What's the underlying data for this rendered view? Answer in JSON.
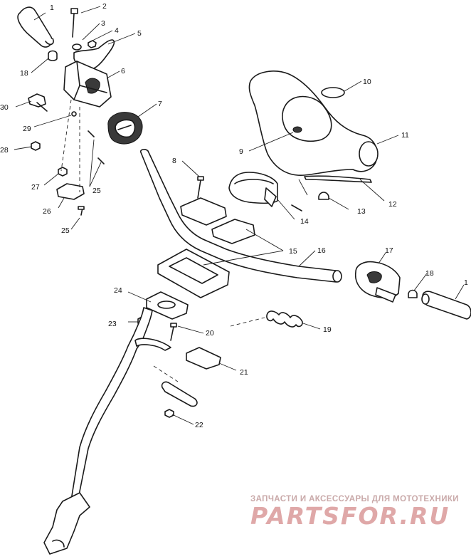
{
  "callouts": {
    "c1_top": "1",
    "c2": "2",
    "c3": "3",
    "c4": "4",
    "c5": "5",
    "c6": "6",
    "c7": "7",
    "c8": "8",
    "c9": "9",
    "c10": "10",
    "c11": "11",
    "c12": "12",
    "c13": "13",
    "c14": "14",
    "c15": "15",
    "c16": "16",
    "c17": "17",
    "c18_left": "18",
    "c18_right": "18",
    "c1_right": "1",
    "c19": "19",
    "c20": "20",
    "c21": "21",
    "c22": "22",
    "c23": "23",
    "c24": "24",
    "c25_a": "25",
    "c25_b": "25",
    "c26": "26",
    "c27": "27",
    "c28": "28",
    "c29": "29",
    "c30": "30"
  },
  "watermark": {
    "subtitle": "ЗАПЧАСТИ И АКСЕССУАРЫ ДЛЯ МОТОТЕХНИКИ",
    "brand": "PARTSFOR.RU",
    "color": "#dfa8a8"
  }
}
